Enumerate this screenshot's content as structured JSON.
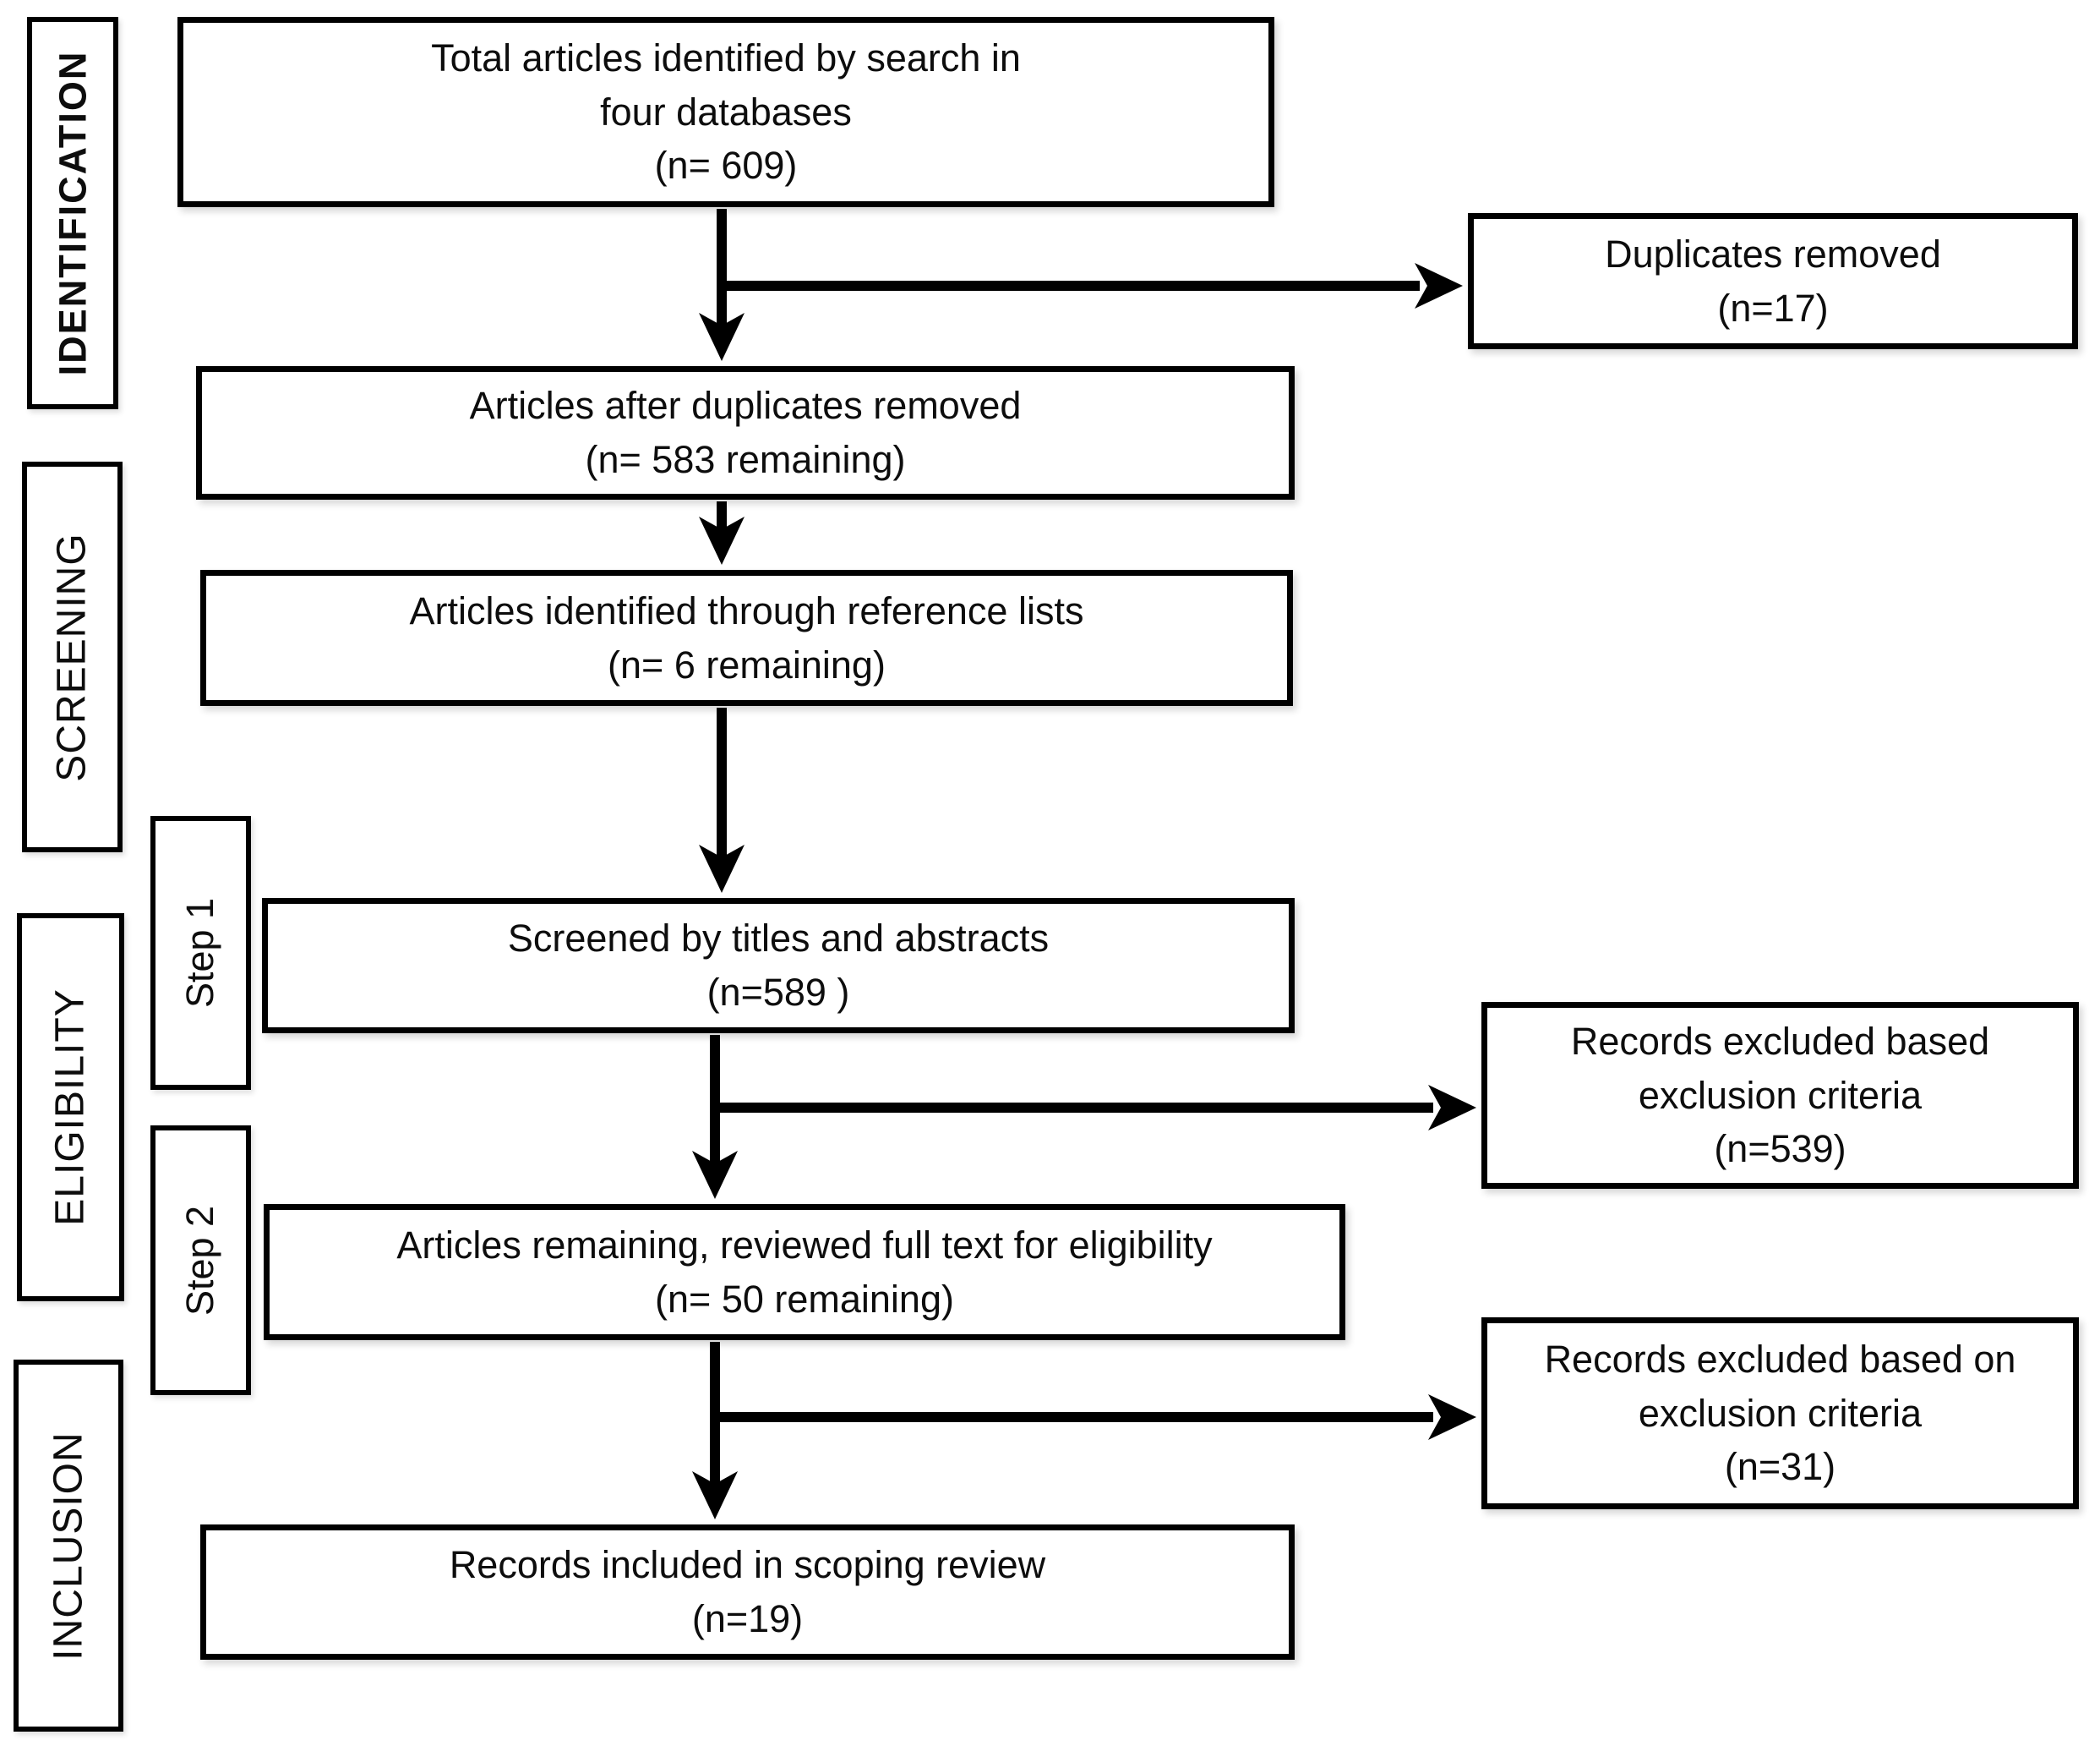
{
  "colors": {
    "background": "#ffffff",
    "box_border": "#000000",
    "arrow": "#000000",
    "text": "#0d0d0d"
  },
  "stage_labels": {
    "identification": "IDENTIFICATION",
    "screening": "SCREENING",
    "eligibility": "ELIGIBILITY",
    "inclusion": "INCLUSION"
  },
  "step_labels": {
    "step_1": "Step 1",
    "step_2": "Step 2"
  },
  "boxes": {
    "total_identified": {
      "label": "Total articles identified by search in\nfour databases",
      "count": "(n= 609)"
    },
    "duplicates_removed": {
      "label": "Duplicates removed",
      "count": "(n=17)"
    },
    "after_duplicates": {
      "label": "Articles after duplicates removed",
      "count": "(n= 583 remaining)"
    },
    "reference_lists": {
      "label": "Articles identified through reference lists",
      "count": "(n= 6 remaining)"
    },
    "screened_titles_abstracts": {
      "label": "Screened by titles and abstracts",
      "count": "(n=589 )"
    },
    "excluded_step_1": {
      "label": "Records excluded based\nexclusion criteria",
      "count": "(n=539)"
    },
    "full_text_review": {
      "label": "Articles remaining, reviewed full text for eligibility",
      "count": "(n= 50 remaining)"
    },
    "excluded_step_2": {
      "label": "Records excluded based on\nexclusion criteria",
      "count": "(n=31)"
    },
    "included_scoping_review": {
      "label": "Records included in scoping review",
      "count": "(n=19)"
    }
  }
}
